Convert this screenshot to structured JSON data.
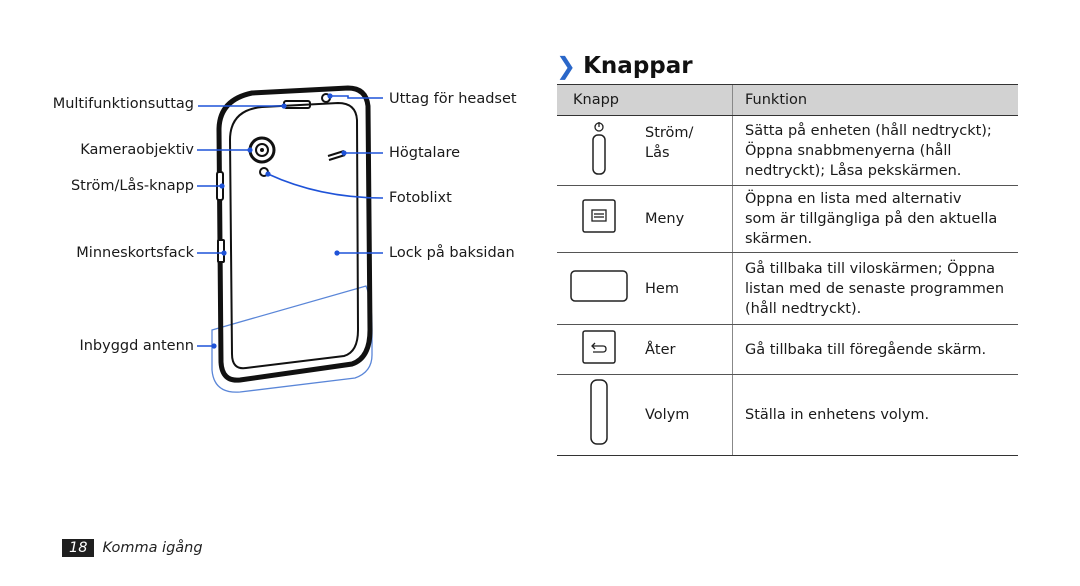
{
  "diagram": {
    "labels": {
      "multifunction_jack": "Multifunktionsuttag",
      "camera_lens": "Kameraobjektiv",
      "power_lock_key": "Ström/Lås-knapp",
      "memory_card_slot": "Minneskortsfack",
      "internal_antenna": "Inbyggd antenn",
      "headset_jack": "Uttag för headset",
      "speaker": "Högtalare",
      "flash": "Fotoblixt",
      "back_cover": "Lock på baksidan"
    },
    "colors": {
      "callout_line": "#1f53d8",
      "device_outline": "#111111",
      "antenna_outline": "#5a86d8"
    }
  },
  "section": {
    "chevron": "❯",
    "title": "Knappar"
  },
  "table": {
    "headers": {
      "key": "Knapp",
      "function": "Funktion"
    },
    "rows": [
      {
        "icon": "power-key-icon",
        "name": "Ström/\nLås",
        "function": "Sätta på enheten (håll nedtryckt);\nÖppna snabbmenyerna (håll\nnedtryckt); Låsa pekskärmen."
      },
      {
        "icon": "menu-key-icon",
        "name": "Meny",
        "function": "Öppna en lista med alternativ\nsom är tillgängliga på den aktuella\nskärmen."
      },
      {
        "icon": "home-key-icon",
        "name": "Hem",
        "function": "Gå tillbaka till viloskärmen; Öppna\nlistan med de senaste programmen\n(håll nedtryckt)."
      },
      {
        "icon": "back-key-icon",
        "name": "Åter",
        "function": "Gå tillbaka till föregående skärm."
      },
      {
        "icon": "volume-key-icon",
        "name": "Volym",
        "function": "Ställa in enhetens volym."
      }
    ]
  },
  "footer": {
    "page_number": "18",
    "chapter": "Komma igång"
  }
}
